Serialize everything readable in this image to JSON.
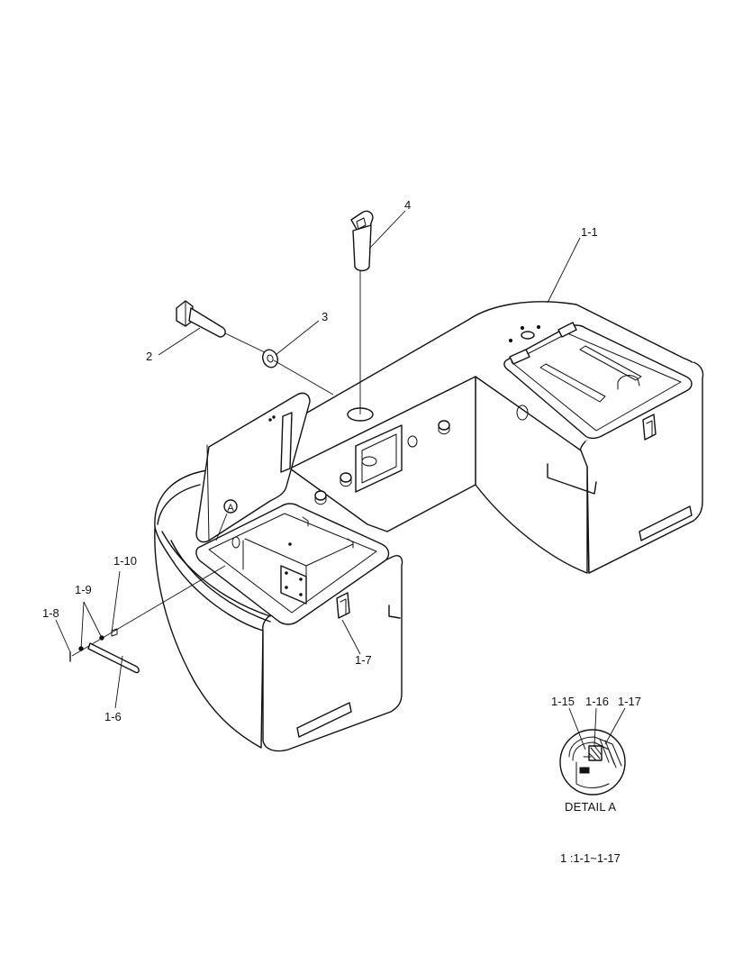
{
  "labels": {
    "part_1_1": "1-1",
    "part_2": "2",
    "part_3": "3",
    "part_4": "4",
    "part_1_6": "1-6",
    "part_1_7": "1-7",
    "part_1_8": "1-8",
    "part_1_9": "1-9",
    "part_1_10": "1-10",
    "part_1_15": "1-15",
    "part_1_16": "1-16",
    "part_1_17": "1-17",
    "detail_marker": "A",
    "detail_title": "DETAIL A",
    "assembly_note": "1 :1-1~1-17"
  }
}
